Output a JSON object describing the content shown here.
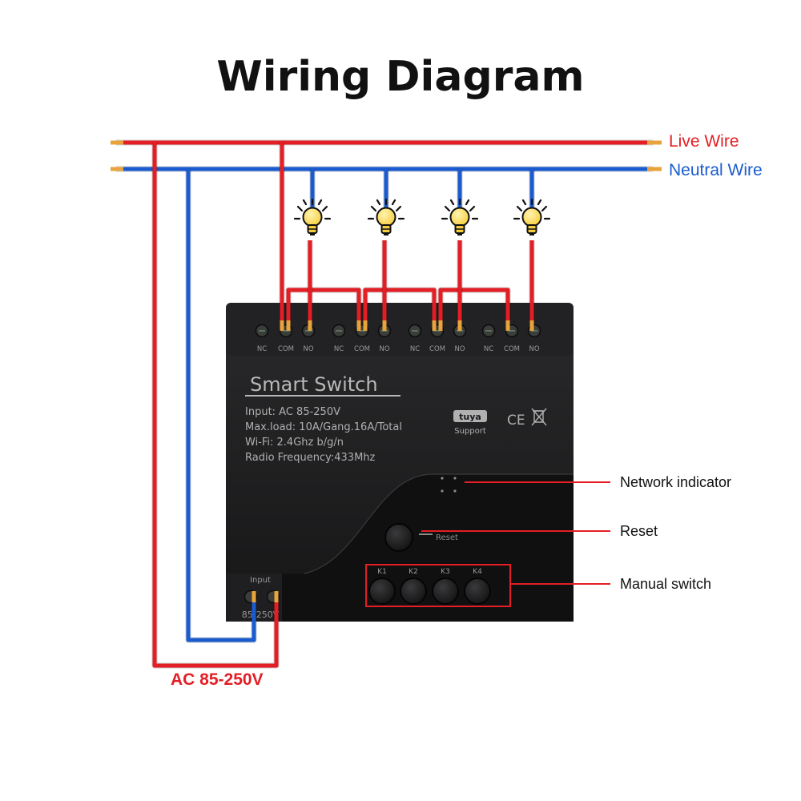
{
  "title": "Wiring Diagram",
  "wires": {
    "live_label": "Live Wire",
    "neutral_label": "Neutral Wire",
    "live_color": "#e31e24",
    "neutral_color": "#1a5ccf",
    "tip_color": "#e8a33c"
  },
  "device": {
    "name": "Smart Switch",
    "specs": [
      "Input:  AC 85-250V",
      "Max.load:  10A/Gang.16A/Total",
      "Wi-Fi:  2.4Ghz b/g/n",
      "Radio Frequency:433Mhz"
    ],
    "tuya_logo": "tuya",
    "tuya_support": "Support",
    "ce_mark": "CE",
    "terminal_labels": [
      "NC",
      "COM",
      "NO",
      "NC",
      "COM",
      "NO",
      "NC",
      "COM",
      "NO",
      "NC",
      "COM",
      "NO"
    ],
    "input_label": "Input",
    "input_voltage": "85-250V",
    "reset_label": "Reset",
    "buttons": [
      "K1",
      "K2",
      "K3",
      "K4"
    ],
    "body_color": "#1c1c1e"
  },
  "callouts": {
    "network": "Network indicator",
    "reset": "Reset",
    "manual": "Manual switch"
  },
  "ac_label": "AC 85-250V",
  "icons": [
    "light-bulb-icon",
    "tuya-logo-icon",
    "ce-mark-icon",
    "weee-bin-icon"
  ]
}
